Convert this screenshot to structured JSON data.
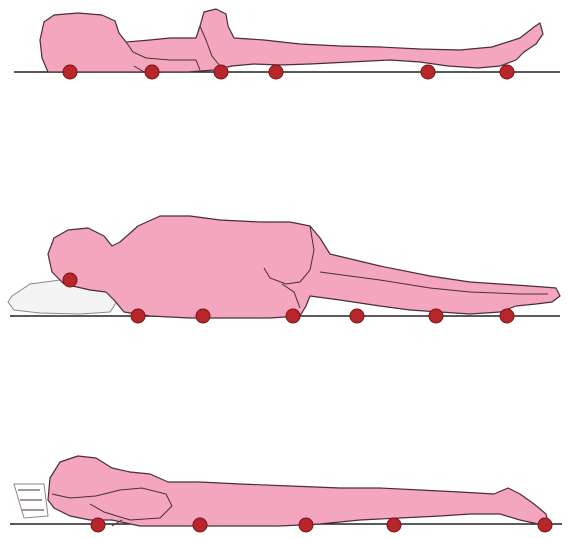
{
  "figures": [
    {
      "posture": "supine",
      "pressure_points": 6,
      "support": "none"
    },
    {
      "posture": "lateral",
      "pressure_points": 7,
      "support": "pillow"
    },
    {
      "posture": "prone",
      "pressure_points": 5,
      "support": "wedge"
    }
  ],
  "colors": {
    "body_fill": "#f4a6bf",
    "outline": "#4a2d36",
    "pressure_point": "#b8262b",
    "floor_line": "#222222",
    "background": "#ffffff"
  }
}
